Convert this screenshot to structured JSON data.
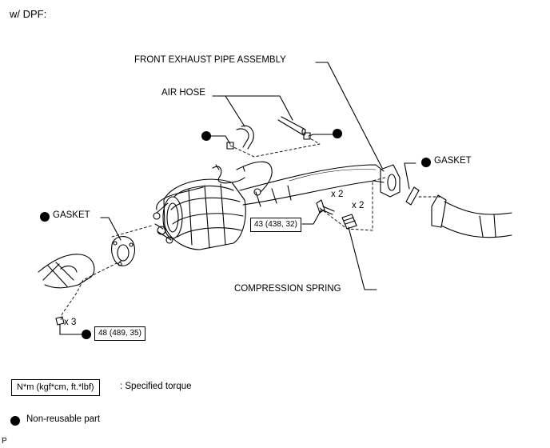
{
  "header": {
    "title": "w/ DPF:"
  },
  "labels": {
    "front_exhaust_pipe": "FRONT EXHAUST PIPE ASSEMBLY",
    "air_hose": "AIR HOSE",
    "gasket_right": "GASKET",
    "gasket_left": "GASKET",
    "compression_spring": "COMPRESSION SPRING",
    "qty_bolt": "x 2",
    "qty_spring": "x 2",
    "qty_nut": "x 3"
  },
  "torques": {
    "bolt": "43 (438, 32)",
    "nut": "48 (489, 35)"
  },
  "legend": {
    "torque_box": "N*m (kgf*cm, ft.*lbf)",
    "torque_desc": ": Specified torque",
    "nonreusable_desc": "Non-reusable part"
  },
  "footer": {
    "code": "P"
  }
}
